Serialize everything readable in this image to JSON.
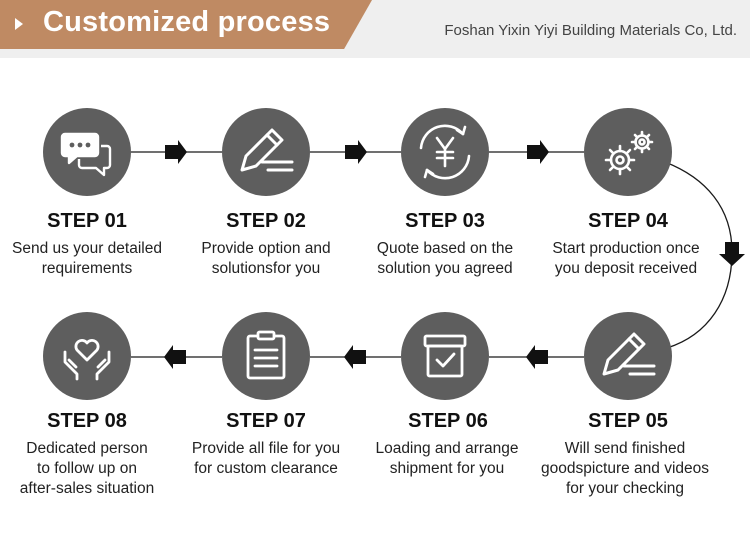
{
  "header": {
    "title": "Customized process",
    "company": "Foshan Yixin Yiyi Building Materials Co, Ltd."
  },
  "steps": [
    {
      "title": "STEP 01",
      "lines": [
        "Send us your detailed",
        "requirements"
      ],
      "icon": "chat-bubbles-icon"
    },
    {
      "title": "STEP 02",
      "lines": [
        "Provide option and",
        "solutionsfor you"
      ],
      "icon": "pencil-icon"
    },
    {
      "title": "STEP 03",
      "lines": [
        "Quote based on the",
        "solution you agreed"
      ],
      "icon": "yuan-cycle-icon"
    },
    {
      "title": "STEP 04",
      "lines": [
        "Start production once",
        "you deposit received"
      ],
      "icon": "gears-icon"
    },
    {
      "title": "STEP 05",
      "lines": [
        "Will send finished",
        "goodspicture and videos",
        "for your checking"
      ],
      "icon": "pencil-icon"
    },
    {
      "title": "STEP 06",
      "lines": [
        "Loading and arrange",
        "shipment for you"
      ],
      "icon": "box-check-icon"
    },
    {
      "title": "STEP 07",
      "lines": [
        "Provide all file for you",
        "for custom clearance"
      ],
      "icon": "clipboard-icon"
    },
    {
      "title": "STEP 08",
      "lines": [
        "Dedicated person",
        "to follow up on",
        "after-sales situation"
      ],
      "icon": "heart-hands-icon"
    }
  ],
  "colors": {
    "banner": "#bf8a63",
    "circle": "#5e5e5e",
    "topbar": "#efefef"
  }
}
